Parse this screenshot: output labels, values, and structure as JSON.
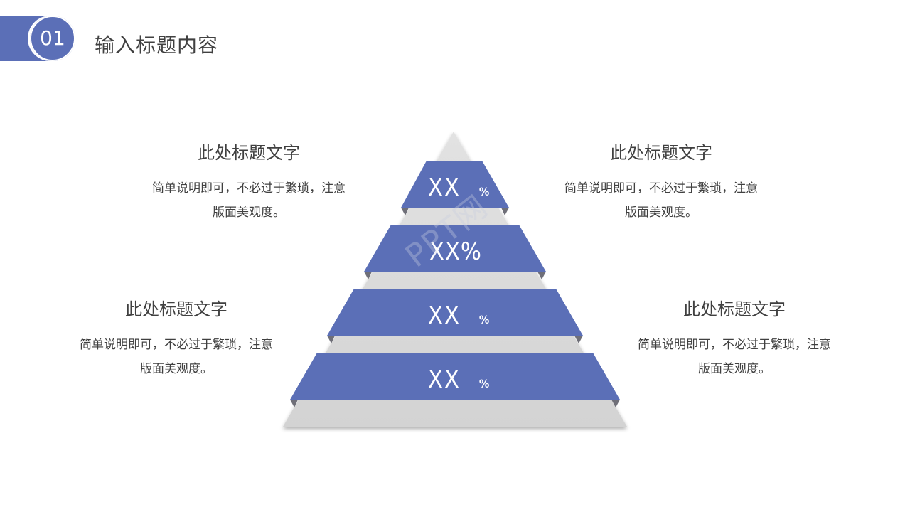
{
  "header": {
    "section_number": "01",
    "title": "输入标题内容"
  },
  "pyramid": {
    "steps": [
      {
        "value": "XX",
        "unit": "%"
      },
      {
        "value": "XX%",
        "unit": ""
      },
      {
        "value": "XX",
        "unit": "%"
      },
      {
        "value": "XX",
        "unit": "%"
      }
    ]
  },
  "blocks": {
    "top_left": {
      "heading": "此处标题文字",
      "line1": "简单说明即可，不必过于繁琐，注意",
      "line2": "版面美观度。"
    },
    "top_right": {
      "heading": "此处标题文字",
      "line1": "简单说明即可，不必过于繁琐，注意",
      "line2": "版面美观度。"
    },
    "bottom_left": {
      "heading": "此处标题文字",
      "line1": "简单说明即可，不必过于繁琐，注意",
      "line2": "版面美观度。"
    },
    "bottom_right": {
      "heading": "此处标题文字",
      "line1": "简单说明即可，不必过于繁琐，注意",
      "line2": "版面美观度。"
    }
  },
  "watermark": "PPT网",
  "colors": {
    "accent": "#5b6fb7",
    "pyramid_gray": "#d9d9d9",
    "text": "#404040"
  }
}
